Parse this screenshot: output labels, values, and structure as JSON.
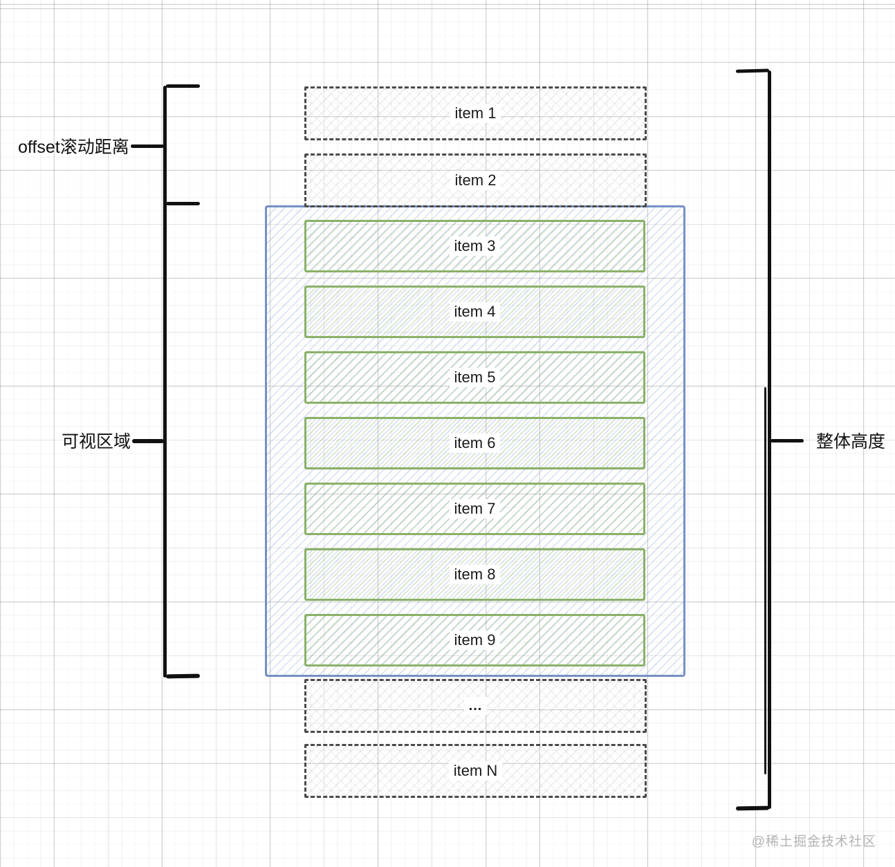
{
  "diagram": {
    "labels": {
      "offset_label": "offset滚动距离",
      "viewport_label": "可视区域",
      "total_height_label": "整体高度"
    },
    "items": {
      "top": [
        "item 1",
        "item 2"
      ],
      "visible": [
        "item 3",
        "item 4",
        "item 5",
        "item 6",
        "item 7",
        "item 8",
        "item 9"
      ],
      "bottom": [
        "...",
        "item N"
      ]
    },
    "watermark": "@稀土掘金技术社区",
    "colors": {
      "viewport_border": "#7590c4",
      "visible_item_border": "#8ab168",
      "buffer_item_border": "#4a4a4a",
      "bracket_stroke": "#111111",
      "watermark_text": "#b3b3b3"
    }
  }
}
